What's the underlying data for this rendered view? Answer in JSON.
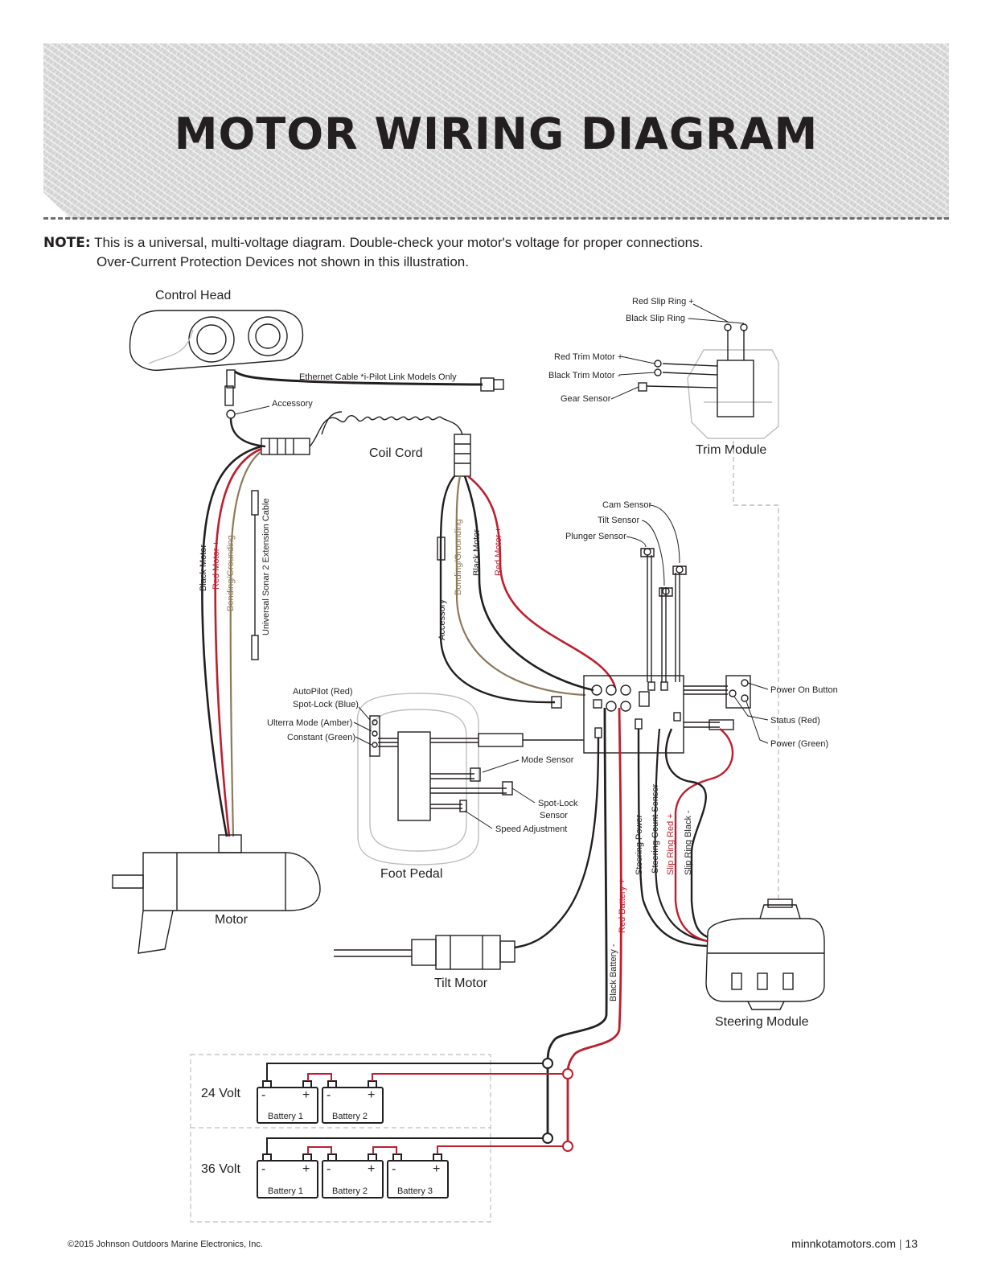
{
  "title": "MOTOR WIRING DIAGRAM",
  "note": {
    "label": "NOTE:",
    "line1": "This is a universal, multi-voltage diagram. Double-check your motor's voltage for proper connections.",
    "line2": "Over-Current Protection Devices not shown in this illustration."
  },
  "components": {
    "control_head": "Control Head",
    "coil_cord": "Coil Cord",
    "trim_module": "Trim Module",
    "motor": "Motor",
    "foot_pedal": "Foot Pedal",
    "tilt_motor": "Tilt Motor",
    "steering_module": "Steering Module"
  },
  "labels": {
    "ethernet_cable": "Ethernet Cable *i-Pilot Link Models Only",
    "accessory": "Accessory",
    "red_slip_ring_pos": "Red Slip Ring +",
    "black_slip_ring_neg": "Black Slip Ring -",
    "red_trim_motor_pos": "Red Trim Motor +",
    "black_trim_motor_neg": "Black Trim Motor -",
    "gear_sensor": "Gear Sensor",
    "cam_sensor": "Cam Sensor",
    "tilt_sensor": "Tilt Sensor",
    "plunger_sensor": "Plunger Sensor",
    "power_on_button": "Power On Button",
    "status_red": "Status (Red)",
    "power_green": "Power (Green)",
    "autopilot_red": "AutoPilot (Red)",
    "spot_lock_blue": "Spot-Lock (Blue)",
    "ulterra_mode": "Ulterra Mode (Amber)",
    "constant_green": "Constant (Green)",
    "mode_sensor": "Mode Sensor",
    "spot_lock_sensor_1": "Spot-Lock",
    "spot_lock_sensor_2": "Sensor",
    "speed_adjustment": "Speed Adjustment",
    "black_motor_neg": "Black Motor -",
    "red_motor_pos": "Red Motor +",
    "bonding_grounding": "Bonding/Grounding",
    "universal_sonar": "Universal Sonar 2 Extension Cable",
    "accessory_vertical": "Accessory",
    "steering_power": "Steering Power",
    "steering_count_sensor": "Steering Count Sensor",
    "slip_ring_red_pos": "Slip Ring Red +",
    "slip_ring_black_neg": "Slip Ring Black -",
    "red_battery_pos": "Red Battery +",
    "black_battery_neg": "Black Battery -"
  },
  "batteries": {
    "v24_label": "24 Volt",
    "v36_label": "36 Volt",
    "battery_1": "Battery 1",
    "battery_2": "Battery 2",
    "battery_3": "Battery 3",
    "minus": "-",
    "plus": "+"
  },
  "footer": {
    "copyright": "©2015 Johnson Outdoors Marine Electronics, Inc.",
    "site": "minnkotamotors.com",
    "page": "13"
  },
  "colors": {
    "wire_black": "#231f20",
    "wire_red": "#be1e2d",
    "wire_brown": "#8c7a5b",
    "outline_gray": "#bcbec0",
    "label_red": "#be1e2d"
  }
}
